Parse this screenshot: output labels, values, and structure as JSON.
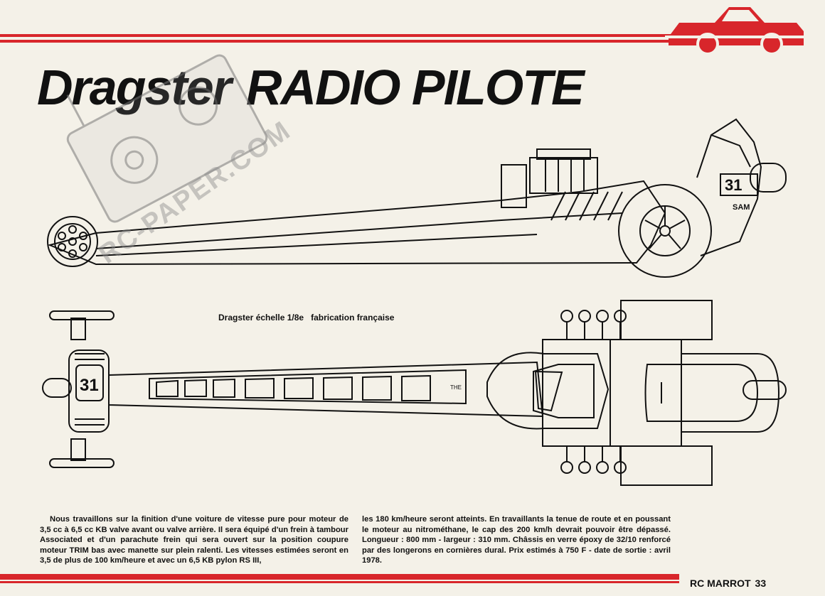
{
  "title": {
    "part1": "Dragster",
    "part2": "RADIO PILOTE"
  },
  "watermark": "RC-PAPER.COM",
  "drawing": {
    "car_number": "31",
    "side_label": "SAM",
    "top_label": "THE"
  },
  "caption": {
    "scale": "Dragster échelle 1/8e",
    "origin": "fabrication française"
  },
  "body": {
    "col1": "Nous travaillons sur la finition d'une voiture de vitesse pure pour moteur de 3,5 cc à 6,5 cc KB valve avant ou valve arrière. Il sera équipé d'un frein à tambour Associated et d'un parachute frein qui sera ouvert sur la position coupure moteur TRIM bas avec manette sur plein ralenti. Les vitesses estimées seront en 3,5 de plus de 100 km/heure et avec un 6,5 KB pylon RS III,",
    "col2": "les 180 km/heure seront atteints. En travaillants la tenue de route et en poussant le moteur au nitrométhane, le cap des 200 km/h devrait pouvoir être dépassé. Longueur : 800 mm - largeur : 310 mm. Châssis en verre époxy de 32/10 renforcé par des longerons en cornières dural. Prix estimés à 750 F - date de sortie : avril 1978."
  },
  "footer": {
    "magazine": "RC MARROT",
    "page": "33"
  },
  "colors": {
    "accent": "#d8262b",
    "paper": "#f4f1e8",
    "ink": "#111111"
  }
}
